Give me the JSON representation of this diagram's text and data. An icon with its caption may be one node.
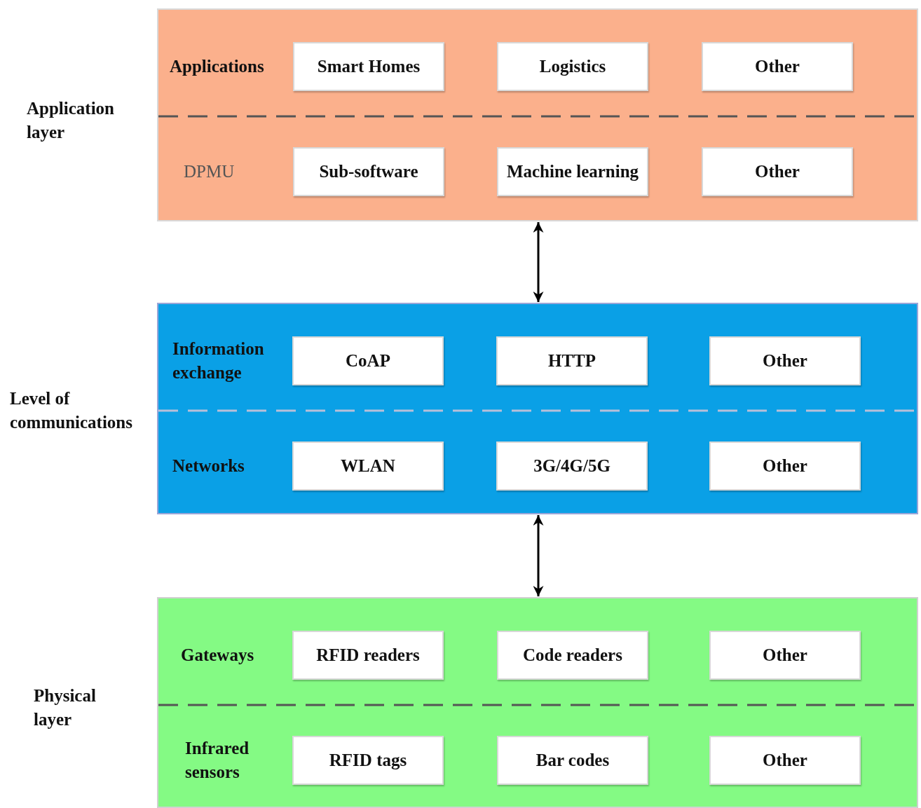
{
  "diagram": {
    "nodes": [
      {
        "text": [
          "Application layer",
          "Applications",
          "DPMU"
        ]
      },
      {
        "text": [
          "Smart Homes"
        ],
        "in": 0
      },
      {
        "text": [
          "Logistics"
        ],
        "in": 0
      },
      {
        "text": [
          "Other"
        ],
        "in": 0
      },
      {
        "text": [
          "Sub-software"
        ],
        "in": 0
      },
      {
        "text": [
          "Machine learning"
        ],
        "in": 0
      },
      {
        "text": [
          "Other"
        ],
        "in": 0
      },
      {
        "text": [
          "Level of communications",
          "Information exchange",
          "Networks"
        ]
      },
      {
        "text": [
          "CoAP"
        ],
        "in": 7
      },
      {
        "text": [
          "HTTP"
        ],
        "in": 7
      },
      {
        "text": [
          "Other"
        ],
        "in": 7
      },
      {
        "text": [
          "WLAN"
        ],
        "in": 7
      },
      {
        "text": [
          "3G/4G/5G"
        ],
        "in": 7
      },
      {
        "text": [
          "Other"
        ],
        "in": 7
      },
      {
        "text": [
          "Physical layer",
          "Gateways",
          "Infrared sensors"
        ]
      },
      {
        "text": [
          "RFID readers"
        ],
        "in": 14
      },
      {
        "text": [
          "Code readers"
        ],
        "in": 14
      },
      {
        "text": [
          "Other"
        ],
        "in": 14
      },
      {
        "text": [
          "RFID tags"
        ],
        "in": 14
      },
      {
        "text": [
          "Bar codes"
        ],
        "in": 14
      },
      {
        "text": [
          "Other"
        ],
        "in": 14
      }
    ],
    "edges": [
      {
        "from": 0,
        "to": 7,
        "arrow": "both"
      },
      {
        "from": 7,
        "to": 14,
        "arrow": "both"
      }
    ]
  }
}
